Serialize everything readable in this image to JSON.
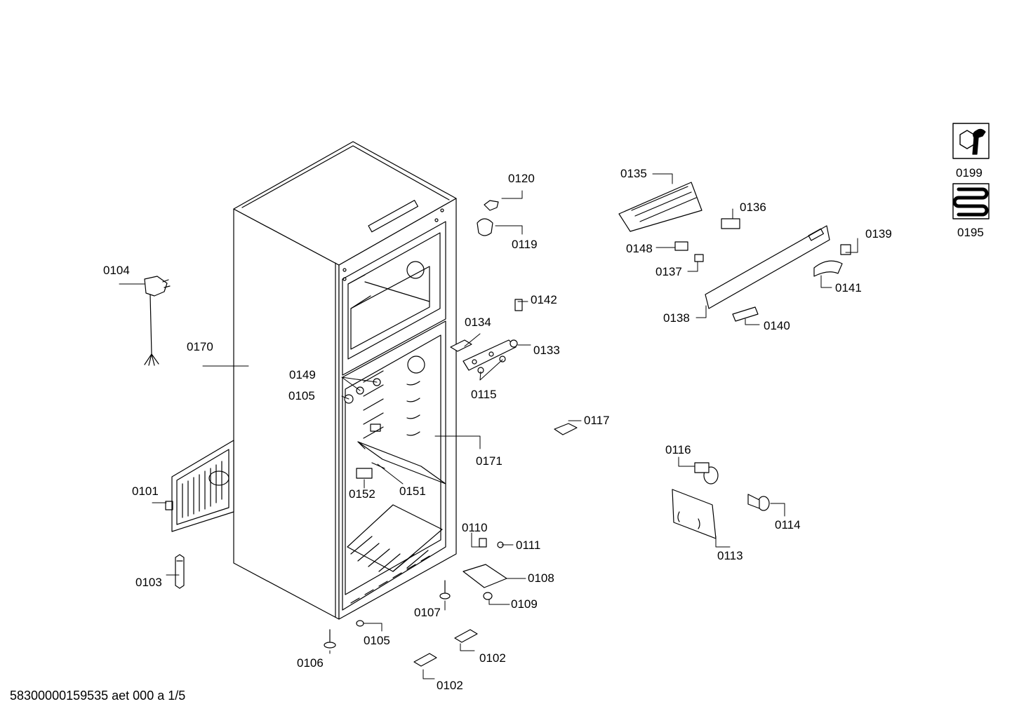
{
  "document_id": "58300000159535 aet 000 a 1/5",
  "parts": [
    {
      "id": "l0101",
      "number": "0101"
    },
    {
      "id": "l0102a",
      "number": "0102"
    },
    {
      "id": "l0102b",
      "number": "0102"
    },
    {
      "id": "l0103",
      "number": "0103"
    },
    {
      "id": "l0104",
      "number": "0104"
    },
    {
      "id": "l0105a",
      "number": "0105"
    },
    {
      "id": "l0105b",
      "number": "0105"
    },
    {
      "id": "l0106",
      "number": "0106"
    },
    {
      "id": "l0107",
      "number": "0107"
    },
    {
      "id": "l0108",
      "number": "0108"
    },
    {
      "id": "l0109",
      "number": "0109"
    },
    {
      "id": "l0110",
      "number": "0110"
    },
    {
      "id": "l0111",
      "number": "0111"
    },
    {
      "id": "l0113",
      "number": "0113"
    },
    {
      "id": "l0114",
      "number": "0114"
    },
    {
      "id": "l0115",
      "number": "0115"
    },
    {
      "id": "l0116",
      "number": "0116"
    },
    {
      "id": "l0117",
      "number": "0117"
    },
    {
      "id": "l0119",
      "number": "0119"
    },
    {
      "id": "l0120",
      "number": "0120"
    },
    {
      "id": "l0133",
      "number": "0133"
    },
    {
      "id": "l0134",
      "number": "0134"
    },
    {
      "id": "l0135",
      "number": "0135"
    },
    {
      "id": "l0136",
      "number": "0136"
    },
    {
      "id": "l0137",
      "number": "0137"
    },
    {
      "id": "l0138",
      "number": "0138"
    },
    {
      "id": "l0139",
      "number": "0139"
    },
    {
      "id": "l0140",
      "number": "0140"
    },
    {
      "id": "l0141",
      "number": "0141"
    },
    {
      "id": "l0142",
      "number": "0142"
    },
    {
      "id": "l0148",
      "number": "0148"
    },
    {
      "id": "l0149",
      "number": "0149"
    },
    {
      "id": "l0151",
      "number": "0151"
    },
    {
      "id": "l0152",
      "number": "0152"
    },
    {
      "id": "l0170",
      "number": "0170"
    },
    {
      "id": "l0171",
      "number": "0171"
    }
  ],
  "legend": [
    {
      "number": "0199",
      "icon": "wrench-nut-icon"
    },
    {
      "number": "0195",
      "icon": "coil-icon"
    }
  ]
}
